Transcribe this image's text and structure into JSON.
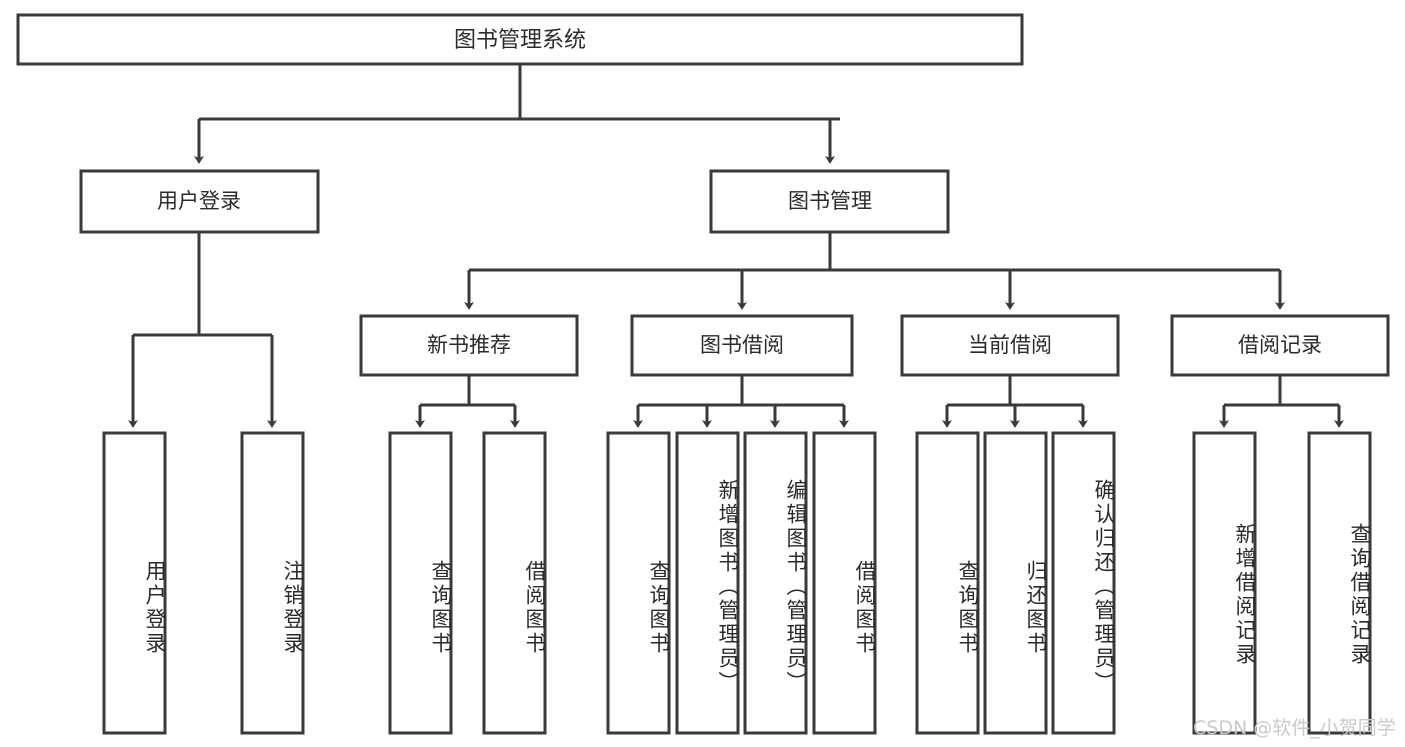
{
  "diagram": {
    "type": "tree-hierarchy-chart",
    "title": "图书管理系统",
    "levels": {
      "root": {
        "label": "图书管理系统"
      },
      "level2": [
        {
          "id": "user-login",
          "label": "用户登录"
        },
        {
          "id": "book-manage",
          "label": "图书管理"
        }
      ],
      "level3": [
        {
          "id": "new-book-recommend",
          "label": "新书推荐",
          "parent": "book-manage"
        },
        {
          "id": "book-borrow",
          "label": "图书借阅",
          "parent": "book-manage"
        },
        {
          "id": "current-borrow",
          "label": "当前借阅",
          "parent": "book-manage"
        },
        {
          "id": "borrow-record",
          "label": "借阅记录",
          "parent": "book-manage"
        }
      ],
      "leaves": [
        {
          "id": "leaf-user-login",
          "label": "用户登录",
          "parent": "user-login"
        },
        {
          "id": "leaf-logout-login",
          "label": "注销登录",
          "parent": "user-login"
        },
        {
          "id": "leaf-query-book-1",
          "label": "查询图书",
          "parent": "new-book-recommend"
        },
        {
          "id": "leaf-borrow-book-1",
          "label": "借阅图书",
          "parent": "new-book-recommend"
        },
        {
          "id": "leaf-query-book-2",
          "label": "查询图书",
          "parent": "book-borrow"
        },
        {
          "id": "leaf-add-book",
          "label": "新增图书（管理员）",
          "parent": "book-borrow"
        },
        {
          "id": "leaf-edit-book",
          "label": "编辑图书（管理员）",
          "parent": "book-borrow"
        },
        {
          "id": "leaf-borrow-book-2",
          "label": "借阅图书",
          "parent": "book-borrow"
        },
        {
          "id": "leaf-query-book-3",
          "label": "查询图书",
          "parent": "current-borrow"
        },
        {
          "id": "leaf-return-book",
          "label": "归还图书",
          "parent": "current-borrow"
        },
        {
          "id": "leaf-confirm-return",
          "label": "确认归还（管理员）",
          "parent": "current-borrow"
        },
        {
          "id": "leaf-add-record",
          "label": "新增借阅记录",
          "parent": "borrow-record"
        },
        {
          "id": "leaf-query-record",
          "label": "查询借阅记录",
          "parent": "borrow-record"
        }
      ]
    },
    "colors": {
      "box_stroke": "#3a3a3a",
      "box_fill": "#ffffff",
      "text": "#2b2b2b",
      "watermark": "#c9c9c9"
    }
  },
  "watermark": {
    "text": "CSDN @软件_小贺同学"
  }
}
